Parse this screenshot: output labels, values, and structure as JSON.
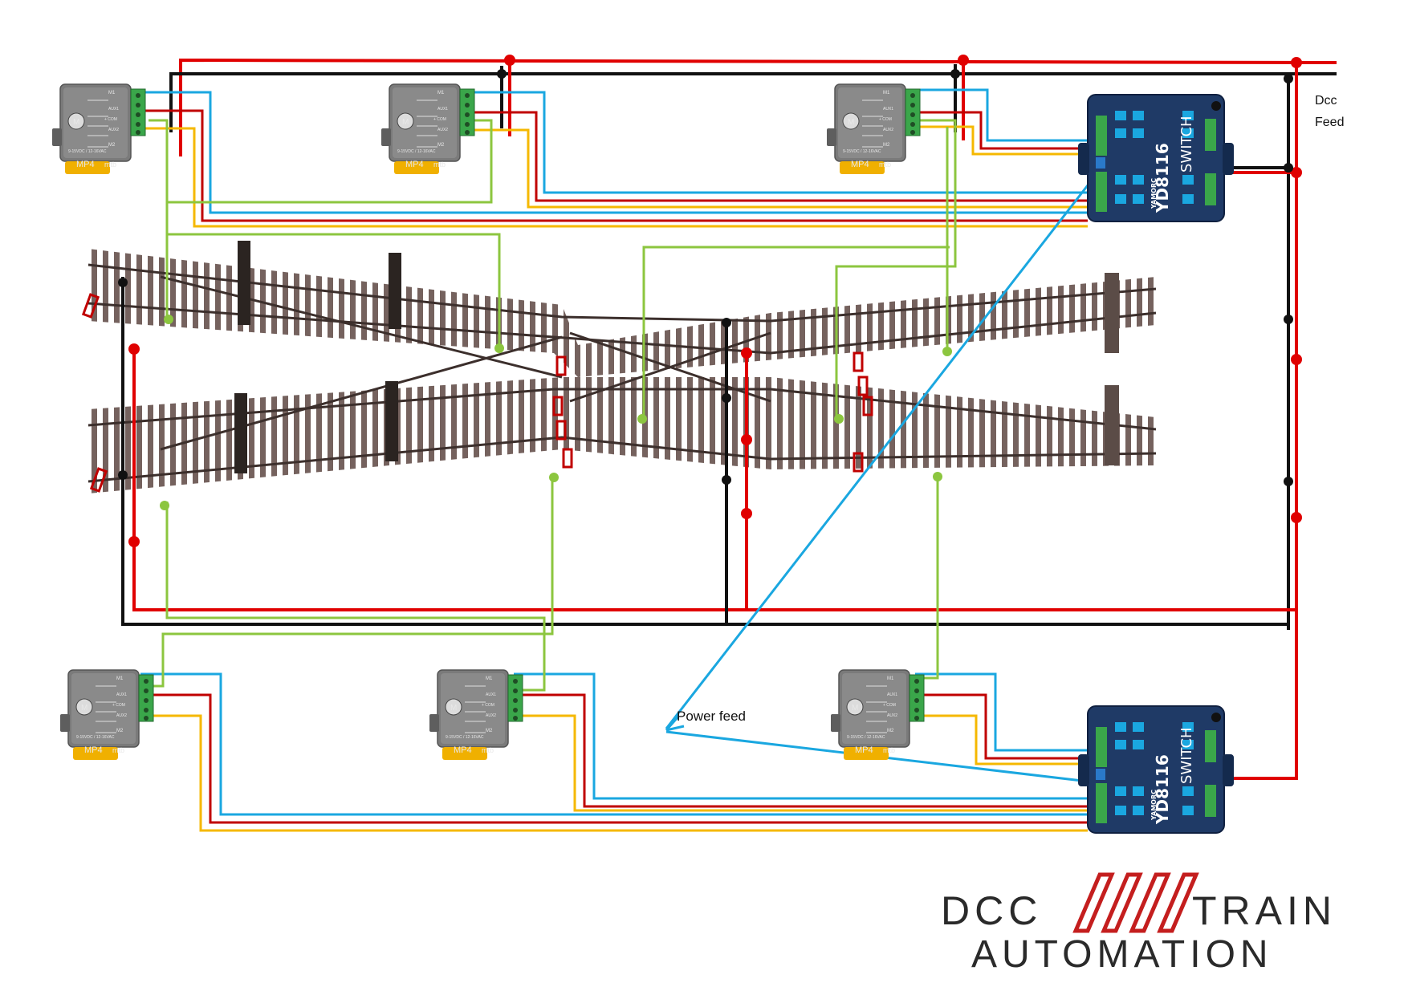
{
  "labels": {
    "dcc_feed_line1": "Dcc",
    "dcc_feed_line2": "Feed",
    "power_feed": "Power feed"
  },
  "motor": {
    "model": "MP4",
    "brand": "mtb",
    "voltage": "9-15VDC / 12-16VAC",
    "pins": [
      "M1",
      "AUX1",
      "+ COM",
      "AUX2",
      "M2"
    ]
  },
  "decoder": {
    "brand": "YAMORC",
    "model": "YD8116",
    "type": "SWITCH"
  },
  "logo": {
    "left": "DCC",
    "right": "TRAIN",
    "bottom": "AUTOMATION"
  },
  "colors": {
    "dcc_red": "#e00000",
    "dcc_black": "#111111",
    "signal_blue": "#1aa7e0",
    "signal_red": "#c00000",
    "signal_yellow": "#f5b800",
    "frog_green": "#8cc63f",
    "decoder_body": "#1f3a66",
    "motor_body": "#7a7a7a",
    "logo_red": "#c41e1e"
  }
}
